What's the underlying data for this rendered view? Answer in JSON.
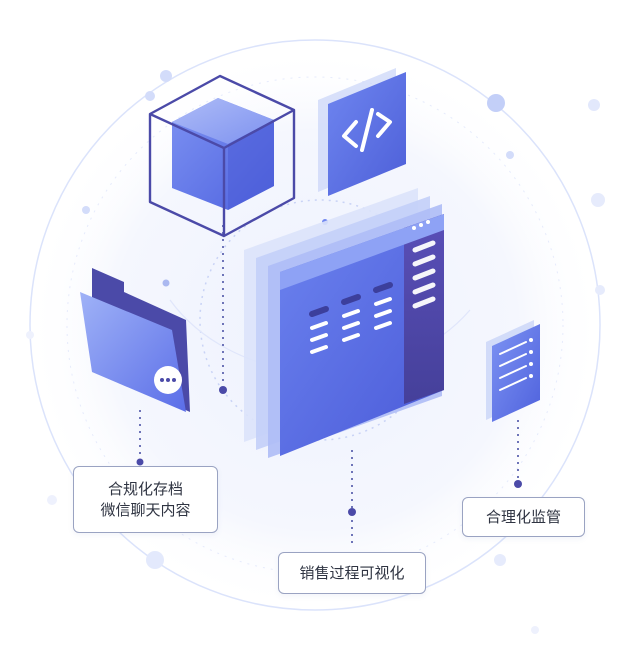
{
  "labels": {
    "archive": [
      "合规化存档",
      "微信聊天内容"
    ],
    "sales": "销售过程可视化",
    "supervision": "合理化监管"
  },
  "icons": {
    "cube": "cube-icon",
    "code": "code-icon",
    "folder": "folder-chat-icon",
    "window": "app-window-icon",
    "document": "document-list-icon"
  },
  "colors": {
    "primary": "#5b6ee8",
    "dark": "#4b4aa8",
    "light": "#c9d3f6",
    "border": "#9aa3c2",
    "text": "#2f3442"
  }
}
